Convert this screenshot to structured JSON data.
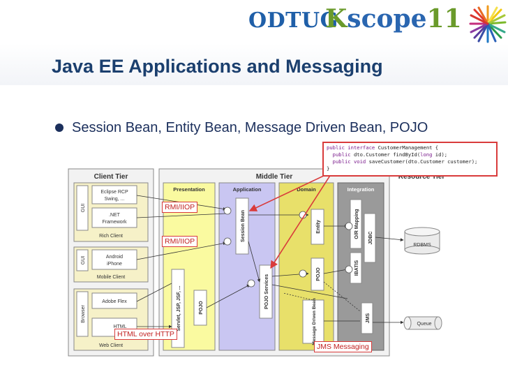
{
  "banner": {
    "logo_left": "ODTUG",
    "logo_kscope_k": "K",
    "logo_kscope_rest": "scope",
    "logo_number": "11"
  },
  "slide": {
    "title": "Java EE Applications and Messaging",
    "bullet": "Session Bean, Entity Bean, Message Driven Bean, POJO"
  },
  "code": {
    "line1_kw": "public interface",
    "line1_rest": "CustomerManagement {",
    "line2_kw": "public",
    "line2_rest": "dto.Customer findById(",
    "line2_kw2": "long",
    "line2_end": " id);",
    "line3_kw": "public void",
    "line3_rest": "saveCustomer(dto.Customer customer);",
    "line4": "}"
  },
  "callouts": {
    "rmi1": "RMI/IIOP",
    "rmi2": "RMI/IIOP",
    "html": "HTML over HTTP",
    "jms": "JMS Messaging"
  },
  "tiers": {
    "client": "Client Tier",
    "middle": "Middle Tier",
    "resources": "Resource Tier",
    "presentation": "Presentation",
    "application": "Application",
    "domain": "Domain",
    "integration": "Integration"
  },
  "clients": {
    "gui1": "GUI",
    "rcp1": "Eclipse RCP",
    "rcp2": "Swing, ...",
    "net1": ".NET",
    "net2": "Framework",
    "rich": "Rich Client",
    "gui2": "GUI",
    "android1": "Android",
    "android2": "iPhone",
    "mobile": "Mobile Client",
    "browser": "Browser",
    "flex": "Adobe Flex",
    "html": "HTML",
    "web": "Web Client"
  },
  "components": {
    "jsf": "Servlet, JSP, JSF, ...",
    "pojo_pres": "POJO",
    "session": "Session Bean",
    "pojo_services": "POJO Services",
    "entity": "Entity",
    "pojo_domain": "POJO",
    "mdb": "Message Driven Bean",
    "orm": "O/R Mapping",
    "jdbc": "JDBC",
    "ibatis": "IBATIS",
    "jms": "JMS",
    "rdbms": "RDBMS",
    "queue": "Queue"
  }
}
